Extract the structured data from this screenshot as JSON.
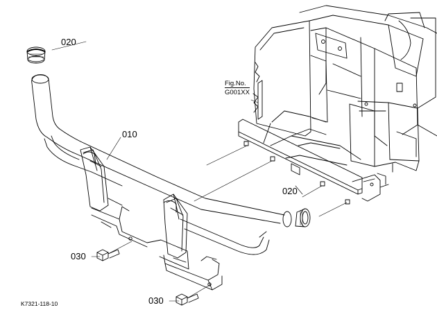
{
  "callouts": {
    "top_plug": "020",
    "bar": "010",
    "right_plug": "020",
    "left_bolt": "030",
    "bottom_bolt": "030"
  },
  "fig_ref": {
    "line1": "Fig.No.",
    "line2": "G001XX"
  },
  "diagram_id": "K7321-118-10"
}
